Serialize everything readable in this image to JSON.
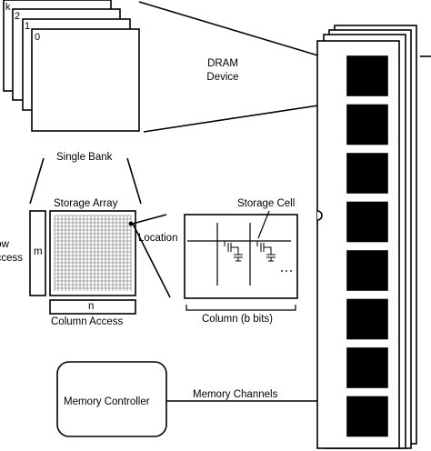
{
  "bank_stack": {
    "labels": [
      "k",
      "2",
      "1",
      "0"
    ]
  },
  "single_bank_label": "Single Bank",
  "dram_device_label_line1": "DRAM",
  "dram_device_label_line2": "Device",
  "storage_array_label": "Storage Array",
  "row_access_label_line1": "Row",
  "row_access_label_line2": "Access",
  "m_label": "m",
  "n_label": "n",
  "column_access_label": "Column Access",
  "location_label": "Location",
  "storage_cell_label": "Storage Cell",
  "column_label": "Column (b bits)",
  "memory_controller_label": "Memory Controller",
  "memory_channels_label": "Memory Channels",
  "dram_chip_count": 8
}
